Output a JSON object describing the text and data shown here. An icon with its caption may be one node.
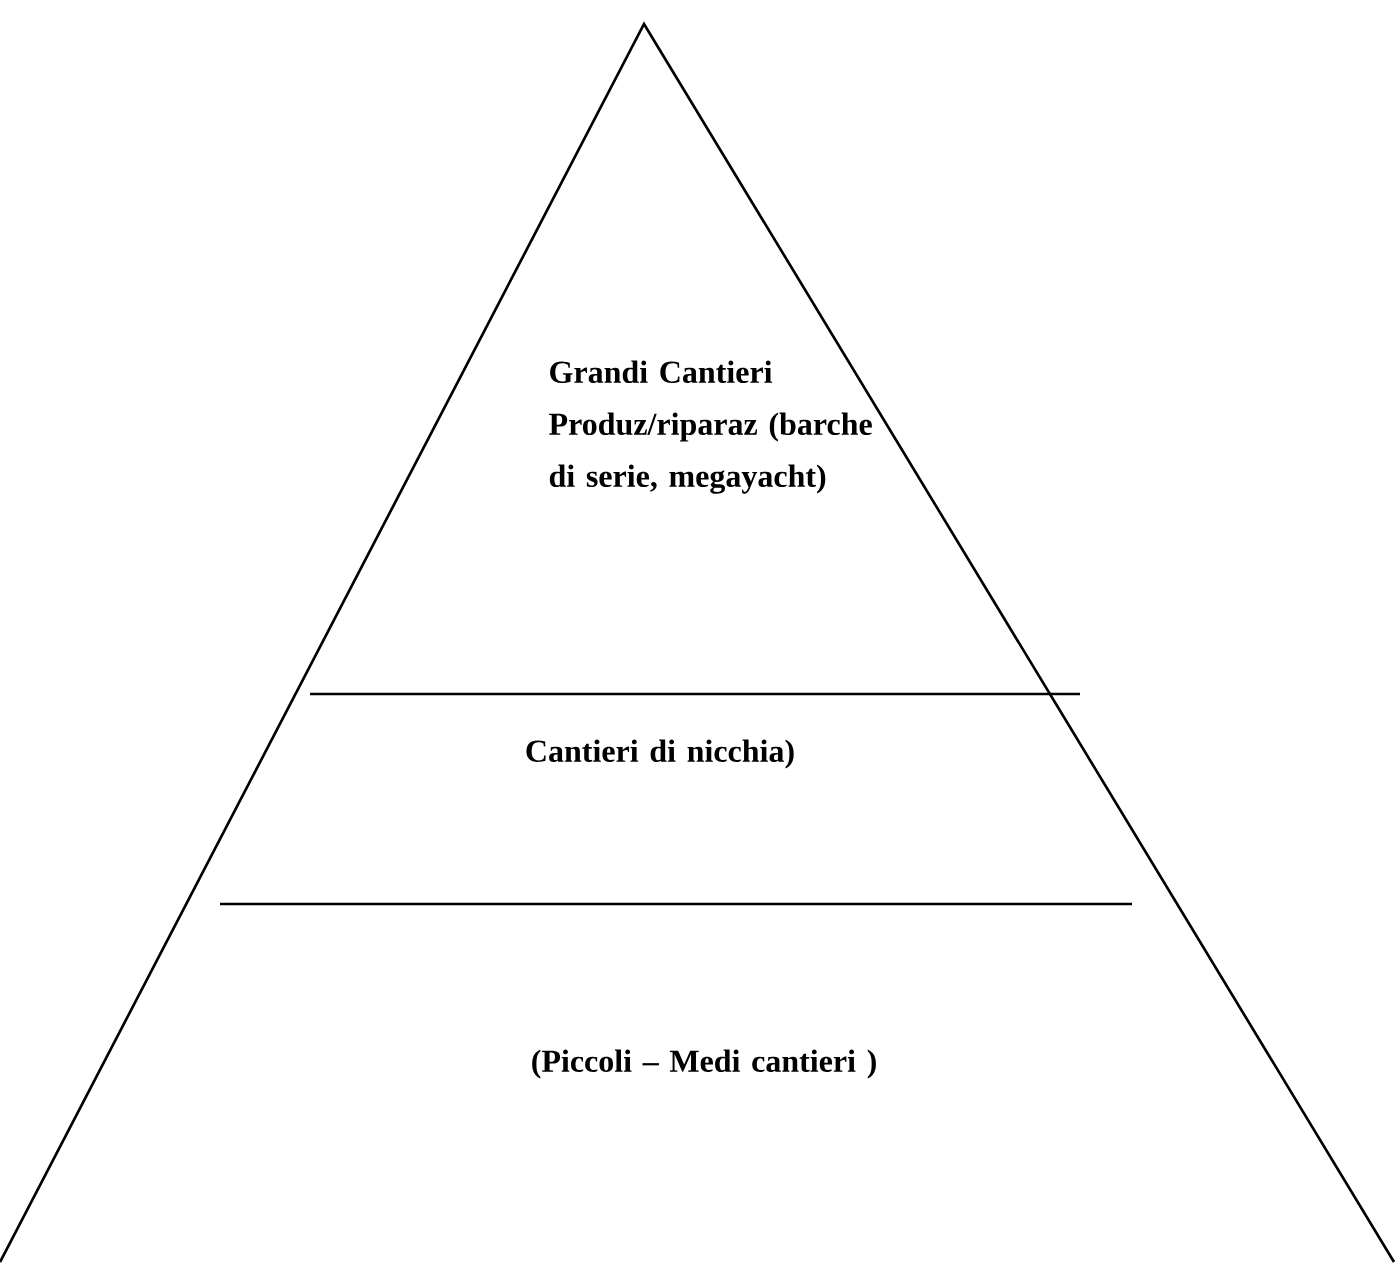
{
  "diagram": {
    "nodes": [
      {
        "text": [
          "Grandi Cantieri Produz/riparaz (barche di serie, megayacht)"
        ]
      },
      {
        "text": [
          "Cantieri di nicchia)"
        ]
      },
      {
        "text": [
          "(Piccoli – Medi cantieri )"
        ]
      }
    ]
  }
}
